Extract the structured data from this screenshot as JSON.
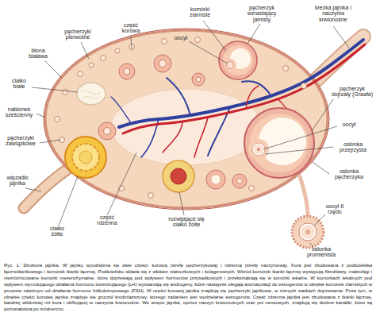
{
  "diagram": {
    "caption": "Ryc. 1. Struktura jajnika. W jajniku wyodrębnia się dwie części: korową (strefę pęcherzykową) i rdzenną (strefę naczyniową). Kora jest zbudowana z podścieliska łącznotkankowego i komórek tkanki łącznej. Podścielisko składa się z włókien siateczkowych i kolagenowych. Wśród komórek tkanki łącznej występują fibroblasty, makrofagi i niezróżnicowane komórki mezenchymalne, które dojrzewają pod wpływem hormonów przysadkowych i przekształcają się w komórki tekalne. W komórkach tekalnych pod wpływem stymulującego działania hormonu luteinizującego (LH) wytwarzają się androgeny, które następnie ulegają aromatyzacji do estrogenów w obrębie komórek ziarnistych w procesie zależnym od działania hormonu folikulotropowego (FSH). W części korowej jajnika znajdują się pęcherzyki jajnikowe, w różnych stadiach dojrzewania. Poza tym, w obrębie części korowej jajnika znajduje się gruczoł śródmiąższowy, którego zadaniem jest wydzielanie estrogenów. Część rdzenna jajnika jest zbudowana z tkanki łącznej, bardziej włóknistej niż kora i obfitującej w naczynia krwionośne. We wnęce jajnika, oprócz naczyń krwionośnych oraz pni nerwowych, znajdują się drobne kanaliki, które są pozostałością po śródnerczu.",
    "labels": [
      "błona biaława",
      "pęcherzyki pierwotne",
      "część korowa",
      "komórki ziarniste",
      "oocyt",
      "pęcherzyk wzrastający jamisty",
      "krezka jajnika i naczynia krwionośne",
      "ciałko białe",
      "nabłonek sześcienny",
      "pęcherzyki zawiązkowe",
      "więzadło jajnika",
      "pęcherzyk dojrzały (Graafa)",
      "oocyt",
      "osłonka przejrzysta",
      "osłonka pęcherzyka",
      "ciałko żółte",
      "część rdzenna",
      "rozwijające się ciałko żółte",
      "oocyt II rzędu",
      "osłonka promienista"
    ]
  }
}
